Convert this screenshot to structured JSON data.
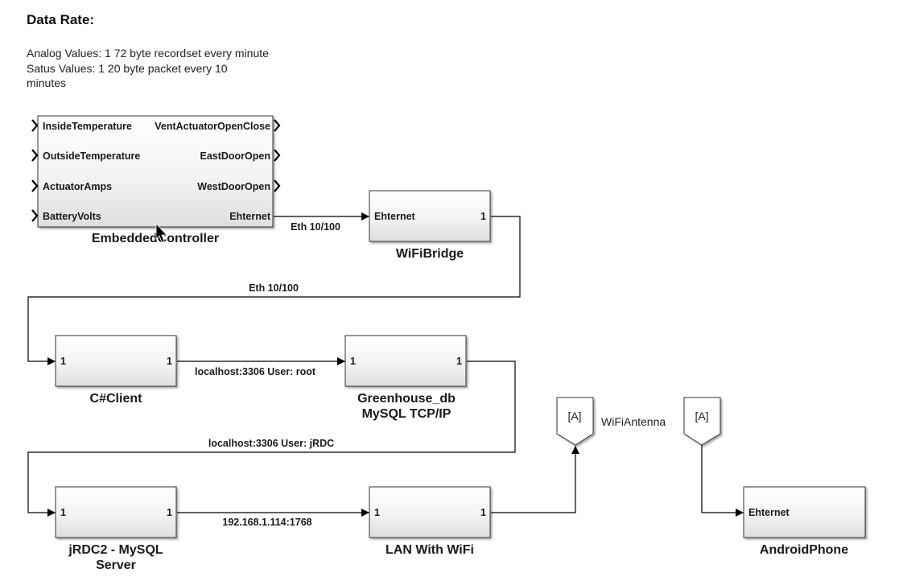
{
  "note": {
    "title": "Data Rate:",
    "lines": [
      "Analog Values: 1 72 byte recordset every minute",
      "Satus Values: 1 20 byte packet every 10",
      "minutes"
    ]
  },
  "blocks": {
    "embedded_controller": {
      "name": "EmbeddedController",
      "inputs": [
        "InsideTemperature",
        "OutsideTemperature",
        "ActuatorAmps",
        "BatteryVolts"
      ],
      "outputs": [
        "VentActuatorOpenClose",
        "EastDoorOpen",
        "WestDoorOpen",
        "Ehternet"
      ]
    },
    "wifi_bridge": {
      "name": "WiFiBridge",
      "input": "Ehternet",
      "output": "1"
    },
    "csharp_client": {
      "name": "C#Client",
      "input": "1",
      "output": "1"
    },
    "greenhouse_db": {
      "name_line1": "Greenhouse_db",
      "name_line2": "MySQL TCP/IP",
      "input": "1",
      "output": "1"
    },
    "jrdc2": {
      "name_line1": "jRDC2 - MySQL",
      "name_line2": "Server",
      "input": "1",
      "output": "1"
    },
    "lan_wifi": {
      "name": "LAN With WiFi",
      "input": "1",
      "output": "1"
    },
    "android_phone": {
      "name": "AndroidPhone",
      "input": "Ehternet"
    }
  },
  "goto_blocks": {
    "wifi_antenna": {
      "tag": "[A]",
      "label": "WiFiAntenna"
    },
    "from_a": {
      "tag": "[A]"
    }
  },
  "signals": {
    "controller_to_bridge": "Eth 10/100",
    "bridge_to_client": "Eth 10/100",
    "client_to_db": "localhost:3306 User: root",
    "db_to_jrdc": "localhost:3306 User: jRDC",
    "jrdc_to_lan": "192.168.1.114:1768"
  }
}
